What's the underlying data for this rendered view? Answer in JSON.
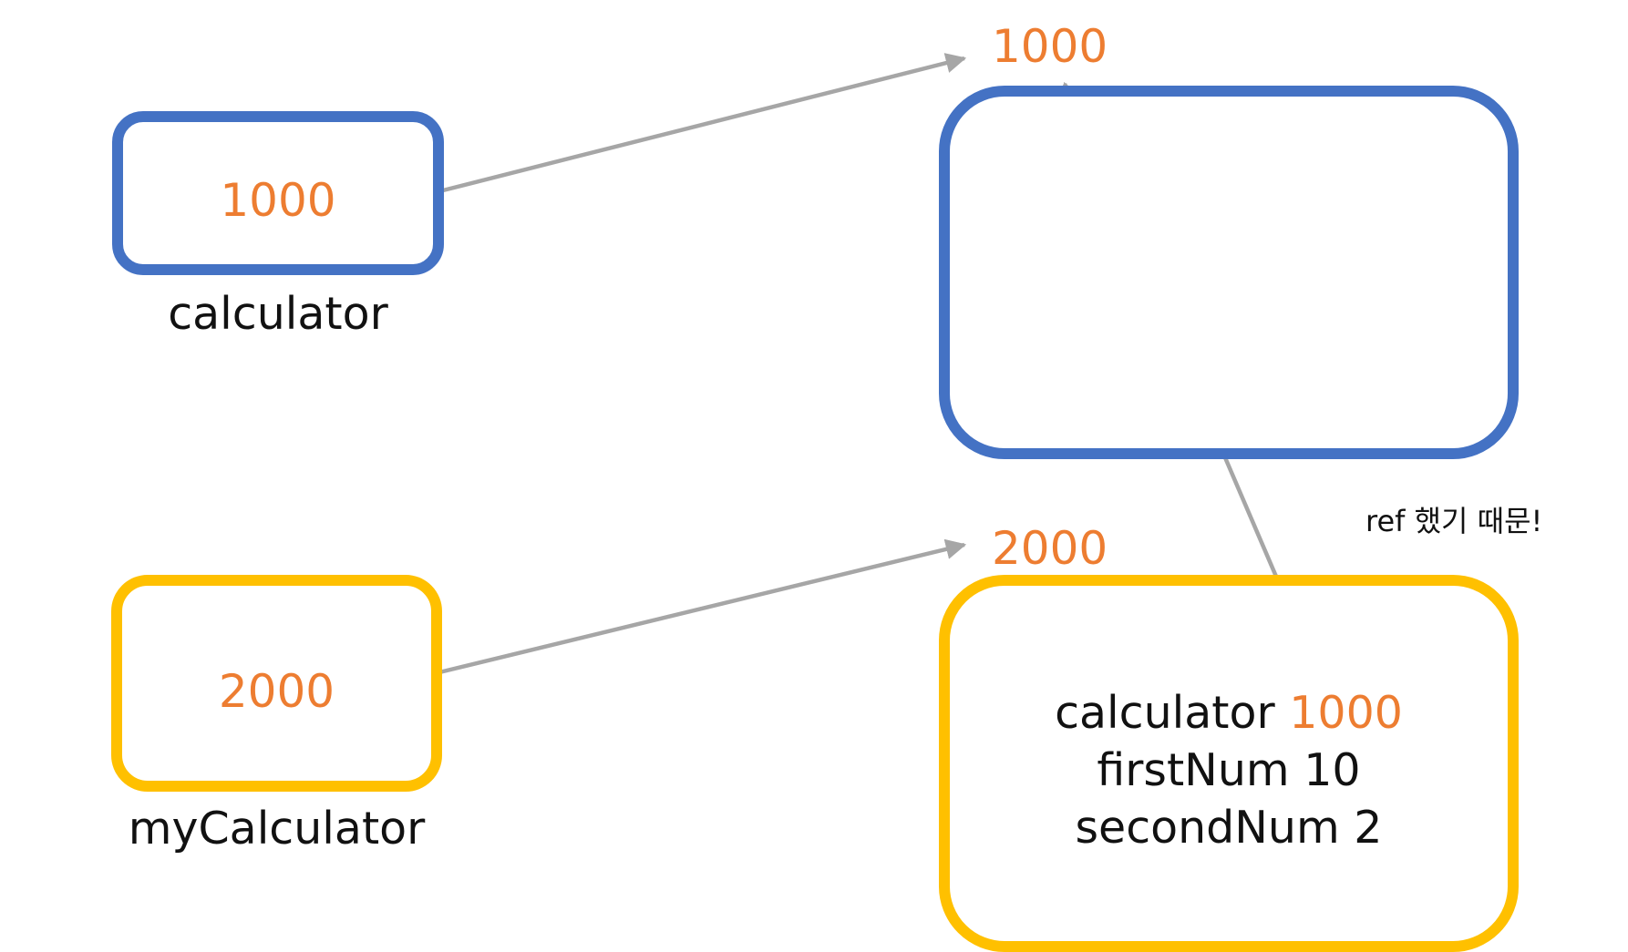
{
  "colors": {
    "reference_box": "#4472C4",
    "object_box": "#FFC000",
    "address_text": "#ED7D31",
    "arrow": "#A6A6A6",
    "text": "#111111"
  },
  "variables": [
    {
      "name": "calculator",
      "value": "1000"
    },
    {
      "name": "myCalculator",
      "value": "2000"
    }
  ],
  "heap_objects": [
    {
      "address": "1000",
      "fields": []
    },
    {
      "address": "2000",
      "fields": [
        {
          "name": "calculator",
          "value": "1000"
        },
        {
          "name": "firstNum",
          "value": "10"
        },
        {
          "name": "secondNum",
          "value": "2"
        }
      ]
    }
  ],
  "note": "ref 했기 때문!"
}
